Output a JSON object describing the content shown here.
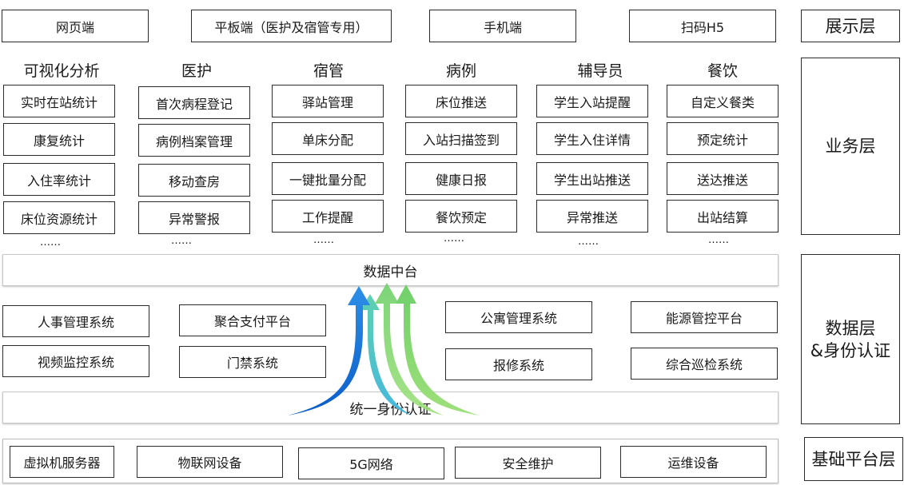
{
  "display_row": [
    "网页端",
    "平板端（医护及宿管专用）",
    "手机端",
    "扫码H5"
  ],
  "layers": {
    "display": "展示层",
    "business": "业务层",
    "data_line1": "数据层",
    "data_line2": "&身份认证",
    "base": "基础平台层"
  },
  "columns": [
    {
      "title": "可视化分析",
      "items": [
        "实时在站统计",
        "康复统计",
        "入住率统计",
        "床位资源统计"
      ]
    },
    {
      "title": "医护",
      "items": [
        "首次病程登记",
        "病例档案管理",
        "移动查房",
        "异常警报"
      ]
    },
    {
      "title": "宿管",
      "items": [
        "驿站管理",
        "单床分配",
        "一键批量分配",
        "工作提醒"
      ]
    },
    {
      "title": "病例",
      "items": [
        "床位推送",
        "入站扫描签到",
        "健康日报",
        "餐饮预定"
      ]
    },
    {
      "title": "辅导员",
      "items": [
        "学生入站提醒",
        "学生入住详情",
        "学生出站推送",
        "异常推送"
      ]
    },
    {
      "title": "餐饮",
      "items": [
        "自定义餐类",
        "预定统计",
        "送达推送",
        "出站结算"
      ]
    }
  ],
  "ellipsis": "……",
  "data_center": "数据中台",
  "left_systems": [
    "人事管理系统",
    "视频监控系统"
  ],
  "left_systems_2": [
    "聚合支付平台",
    "门禁系统"
  ],
  "right_systems": [
    "公寓管理系统",
    "报修系统"
  ],
  "right_systems_2": [
    "能源管控平台",
    "综合巡检系统"
  ],
  "identity": "统一身份认证",
  "infra": [
    "虚拟机服务器",
    "物联网设备",
    "5G网络",
    "安全维护",
    "运维设备"
  ],
  "colors": {
    "arrow_blue": "#1e6fd9",
    "arrow_cyan": "#3fb6d8",
    "arrow_green": "#8fd96b"
  }
}
